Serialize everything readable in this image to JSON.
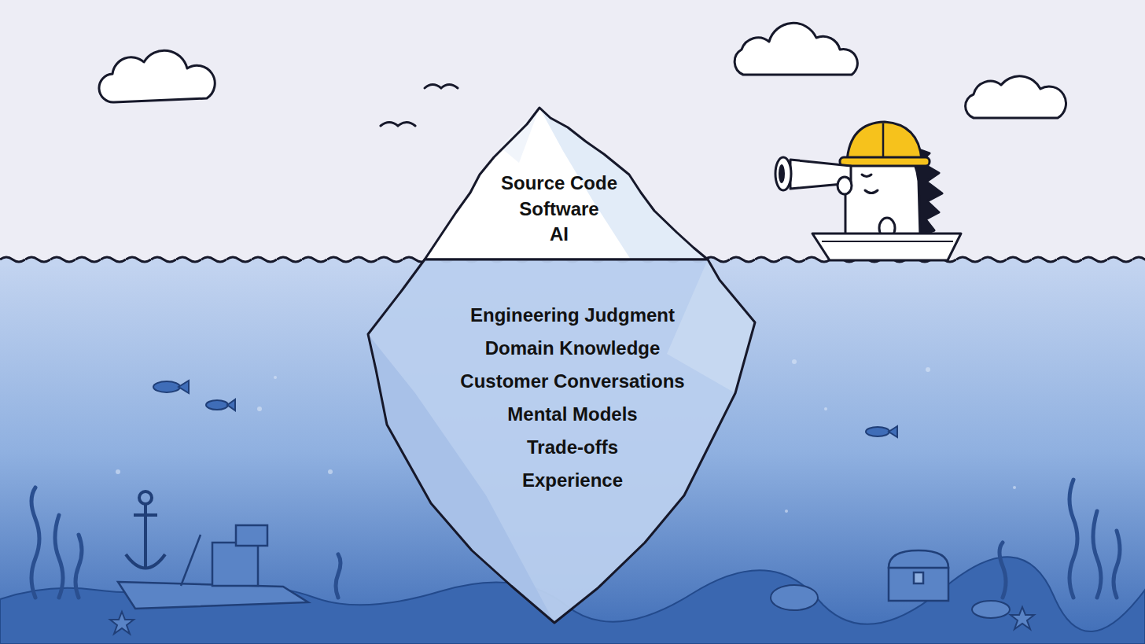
{
  "diagram": {
    "nodes": [
      {
        "text": [
          "Source Code",
          "Software",
          "AI"
        ]
      },
      {
        "text": [
          "Engineering Judgment",
          "Domain Knowledge",
          "Customer Conversations",
          "Mental Models",
          "Trade-offs",
          "Experience"
        ]
      }
    ]
  }
}
